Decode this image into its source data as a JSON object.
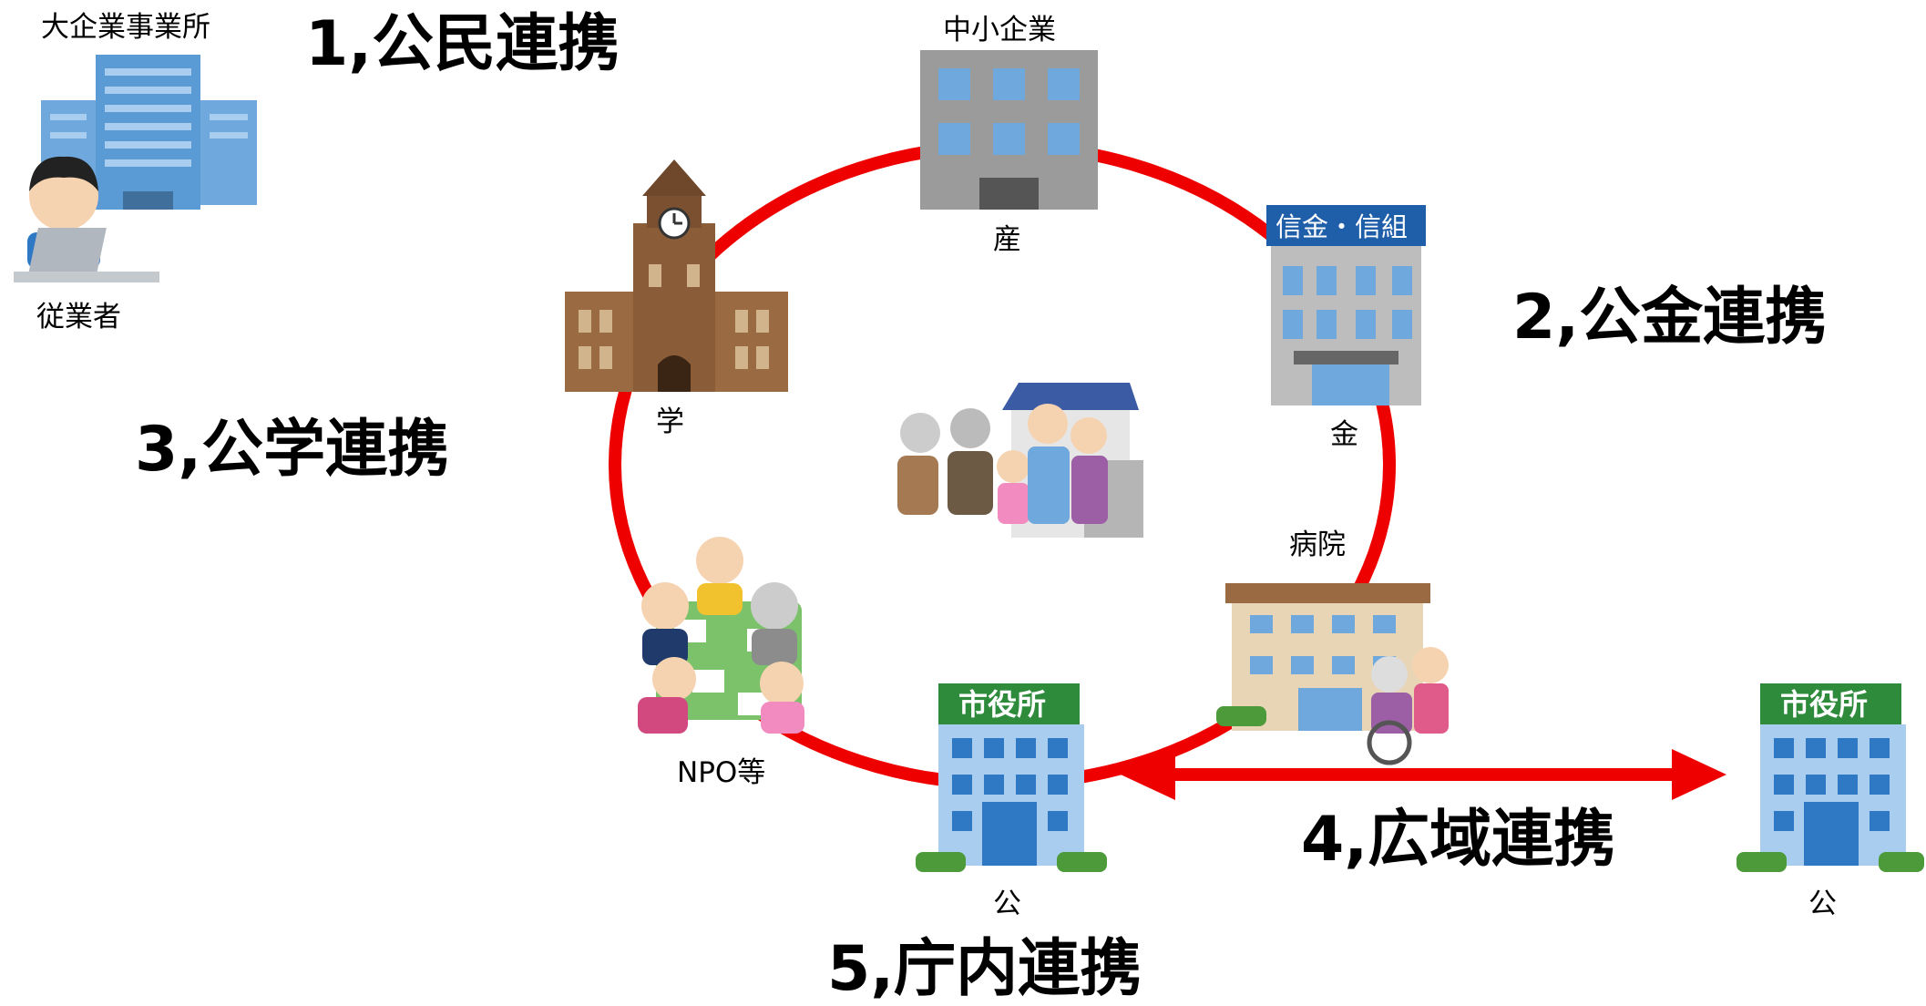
{
  "headings": {
    "h1": "1,公民連携",
    "h2": "2,公金連携",
    "h3": "3,公学連携",
    "h4": "4,広域連携",
    "h5": "5,庁内連携"
  },
  "labels": {
    "big_company": "大企業事業所",
    "employee": "従業者",
    "sme": "中小企業",
    "industry": "産",
    "credit_sign": "信金・信組",
    "finance": "金",
    "academia": "学",
    "hospital": "病院",
    "npo": "NPO等",
    "public_center": "公",
    "public_right": "公",
    "city_hall_sign": "市役所"
  },
  "colors": {
    "ring": "#ee0000",
    "arrow": "#ee0000",
    "building_blue": "#6fa8dc",
    "window_blue": "#2f78c4",
    "sign_green": "#2e8b3c",
    "grey_building": "#9b9b9b",
    "brown_building": "#9a6b43",
    "hospital_wall": "#e8d5b5"
  }
}
